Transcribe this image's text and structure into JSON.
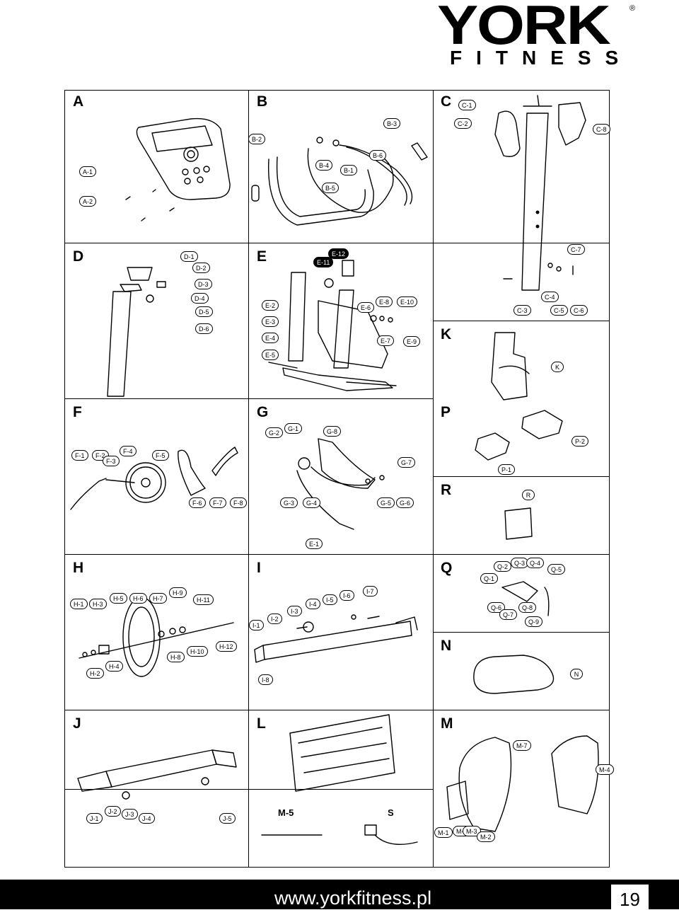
{
  "brand": {
    "name": "YORK",
    "reg": "®",
    "sub": "FITNESS"
  },
  "sections": {
    "A": "A",
    "B": "B",
    "C": "C",
    "D": "D",
    "E": "E",
    "K": "K",
    "F": "F",
    "G": "G",
    "P": "P",
    "R": "R",
    "H": "H",
    "I": "I",
    "Q": "Q",
    "N": "N",
    "J": "J",
    "L": "L",
    "M": "M"
  },
  "labels": {
    "a1": "A-1",
    "a2": "A-2",
    "b1": "B-1",
    "b2": "B-2",
    "b3": "B-3",
    "b4": "B-4",
    "b5": "B-5",
    "b6": "B-6",
    "c1": "C-1",
    "c2": "C-2",
    "c3": "C-3",
    "c4": "C-4",
    "c5": "C-5",
    "c6": "C-6",
    "c7": "C-7",
    "c8": "C-8",
    "d1": "D-1",
    "d2": "D-2",
    "d3": "D-3",
    "d4": "D-4",
    "d5": "D-5",
    "d6": "D-6",
    "e2": "E-2",
    "e3": "E-3",
    "e4": "E-4",
    "e5": "E-5",
    "e6": "E-6",
    "e7": "E-7",
    "e8": "E-8",
    "e9": "E-9",
    "e10": "E-10",
    "e11": "E-11",
    "e12": "E-12",
    "e1": "E-1",
    "k": "K",
    "f1": "F-1",
    "f2": "F-2",
    "f3": "F-3",
    "f4": "F-4",
    "f5": "F-5",
    "f6": "F-6",
    "f7": "F-7",
    "f8": "F-8",
    "g1": "G-1",
    "g2": "G-2",
    "g3": "G-3",
    "g4": "G-4",
    "g5": "G-5",
    "g6": "G-6",
    "g7": "G-7",
    "g8": "G-8",
    "p1": "P-1",
    "p2": "P-2",
    "r": "R",
    "h1": "H-1",
    "h2": "H-2",
    "h3": "H-3",
    "h4": "H-4",
    "h5": "H-5",
    "h6": "H-6",
    "h7": "H-7",
    "h8": "H-8",
    "h9": "H-9",
    "h10": "H-10",
    "h11": "H-11",
    "h12": "H-12",
    "i1": "I-1",
    "i2": "I-2",
    "i3": "I-3",
    "i4": "I-4",
    "i5": "I-5",
    "i6": "I-6",
    "i7": "I-7",
    "i8": "I-8",
    "q1": "Q-1",
    "q2": "Q-2",
    "q3": "Q-3",
    "q4": "Q-4",
    "q5": "Q-5",
    "q6": "Q-6",
    "q7": "Q-7",
    "q8": "Q-8",
    "q9": "Q-9",
    "n": "N",
    "j1": "J-1",
    "j2": "J-2",
    "j3": "J-3",
    "j4": "J-4",
    "j5": "J-5",
    "m1": "M-1",
    "m2": "M-2",
    "m3": "M-3",
    "m4": "M-4",
    "m6": "M-6",
    "m7": "M-7",
    "m5": "M-5",
    "s": "S"
  },
  "footer": {
    "url": "www.yorkfitness.pl",
    "page": "19"
  }
}
